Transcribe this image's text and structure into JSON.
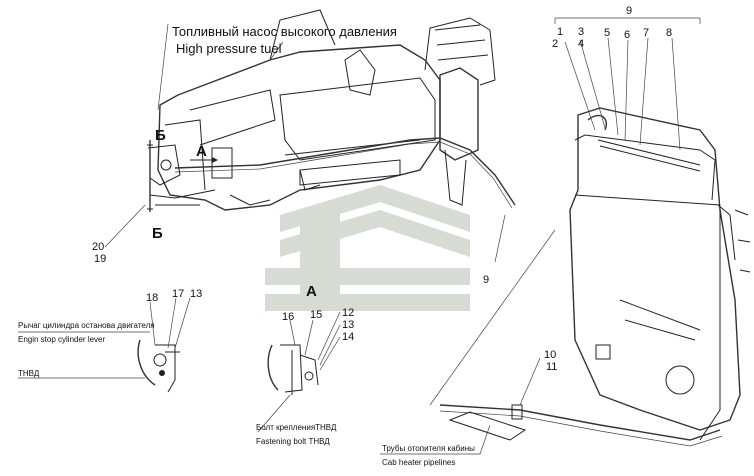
{
  "title": {
    "ru": "Топливный насос высокого давления",
    "en": "High pressure tuel"
  },
  "view_labels": {
    "b_top": "Б",
    "b_bottom": "Б",
    "a_arrow": "А",
    "a_view": "А"
  },
  "numbers": {
    "n1": "1",
    "n2": "2",
    "n3": "3",
    "n4": "4",
    "n5": "5",
    "n6": "6",
    "n7": "7",
    "n8": "8",
    "n9_top": "9",
    "n9_mid": "9",
    "n10": "10",
    "n11": "11",
    "n12": "12",
    "n13_a": "13",
    "n13_b": "13",
    "n14": "14",
    "n15": "15",
    "n16": "16",
    "n17": "17",
    "n18": "18",
    "n19": "19",
    "n20": "20"
  },
  "captions": {
    "lever_ru": "Рычаг цилиндра останова двигателя",
    "lever_en": "Engin stop cylinder lever",
    "tnvd": "ТНВД",
    "bolt_ru": "Болт крепленияТНВД",
    "bolt_en": "Fastening bolt ТНВД",
    "heater_ru": "Трубы отопителя кабины",
    "heater_en": "Cab heater pipelines"
  },
  "colors": {
    "line": "#222222",
    "watermark": "#d6dcd4",
    "background": "#ffffff"
  }
}
